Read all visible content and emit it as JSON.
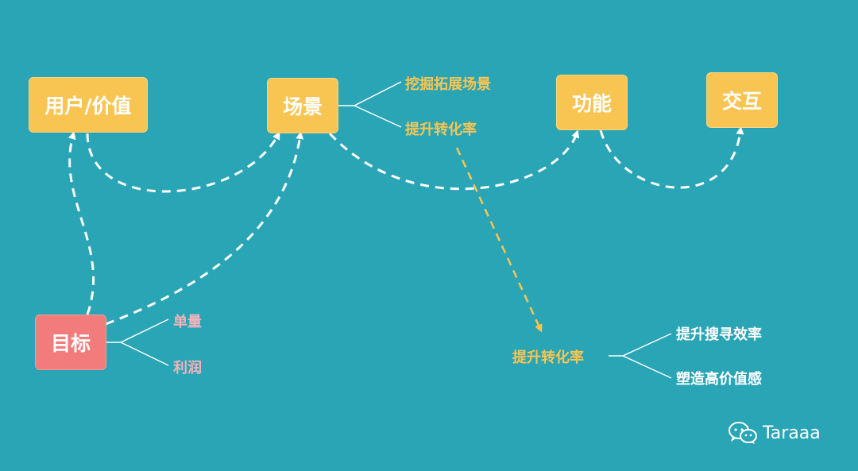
{
  "nodes": {
    "user_value": "用户/价值",
    "scene": "场景",
    "function": "功能",
    "interaction": "交互",
    "goal": "目标"
  },
  "scene_branches": [
    "挖掘拓展场景",
    "提升转化率"
  ],
  "goal_branches": [
    "单量",
    "利润"
  ],
  "conversion": {
    "label": "提升转化率",
    "branches": [
      "提升搜寻效率",
      "塑造高价值感"
    ]
  },
  "brand": {
    "name": "Taraaa",
    "icon": "wechat-icon"
  },
  "colors": {
    "background": "#2aa5b6",
    "node_yellow": "#f8c552",
    "node_red": "#f27c7c",
    "link_white": "#ffffff",
    "link_yellow": "#f8c552"
  }
}
